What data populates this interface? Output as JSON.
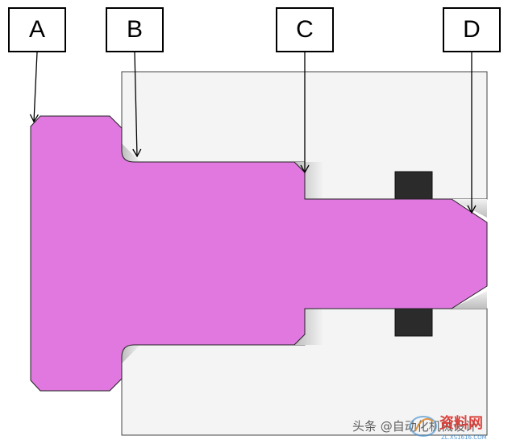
{
  "labels": {
    "a": "A",
    "b": "B",
    "c": "C",
    "d": "D"
  },
  "watermark": {
    "caption": "头条 @自动化机械设计",
    "logo_text": "资料网",
    "logo_url_text": "ZL.XS1616.COM"
  },
  "colors": {
    "part": "#E078E0",
    "housing": "#F4F4F4",
    "seal": "#2B2B2B",
    "outline": "#000000"
  }
}
